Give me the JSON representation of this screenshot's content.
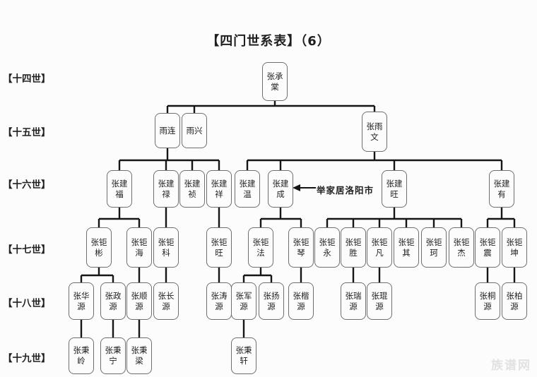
{
  "title": "【四门世系表】（6）",
  "generation_labels": [
    "【十四世】",
    "【十五世】",
    "【十六世】",
    "【十七世】",
    "【十八世】",
    "【十九世】"
  ],
  "annotation": {
    "text": "举家居洛阳市",
    "target": "张建成"
  },
  "watermark": "族谱网",
  "colors": {
    "line": "#151515",
    "box_border": "#6f6f6f",
    "text": "#1f1f1f",
    "background": "#fcfcfc",
    "watermark": "#e2e2e2"
  },
  "nodes": [
    {
      "label": "张承棠",
      "generation": "十四世",
      "parent": null
    },
    {
      "label": "雨连",
      "generation": "十五世",
      "parent": "张承棠"
    },
    {
      "label": "雨兴",
      "generation": "十五世",
      "parent": "张承棠"
    },
    {
      "label": "张雨文",
      "generation": "十五世",
      "parent": "张承棠"
    },
    {
      "label": "张建福",
      "generation": "十六世",
      "parent": "雨连"
    },
    {
      "label": "张建禄",
      "generation": "十六世",
      "parent": "雨连"
    },
    {
      "label": "张建祯",
      "generation": "十六世",
      "parent": "雨连"
    },
    {
      "label": "张建祥",
      "generation": "十六世",
      "parent": "雨连"
    },
    {
      "label": "张建温",
      "generation": "十六世",
      "parent": "张雨文"
    },
    {
      "label": "张建成",
      "generation": "十六世",
      "parent": "张雨文"
    },
    {
      "label": "张建旺",
      "generation": "十六世",
      "parent": "张雨文"
    },
    {
      "label": "张建有",
      "generation": "十六世",
      "parent": "张雨文"
    },
    {
      "label": "张钜彬",
      "generation": "十七世",
      "parent": "张建福"
    },
    {
      "label": "张钜海",
      "generation": "十七世",
      "parent": "张建福"
    },
    {
      "label": "张钜科",
      "generation": "十七世",
      "parent": "张建禄"
    },
    {
      "label": "张钜旺",
      "generation": "十七世",
      "parent": "张建祥"
    },
    {
      "label": "张钜法",
      "generation": "十七世",
      "parent": "张建成"
    },
    {
      "label": "张钜琴",
      "generation": "十七世",
      "parent": "张建成"
    },
    {
      "label": "张钜永",
      "generation": "十七世",
      "parent": "张建旺"
    },
    {
      "label": "张钜胜",
      "generation": "十七世",
      "parent": "张建旺"
    },
    {
      "label": "张钜凡",
      "generation": "十七世",
      "parent": "张建旺"
    },
    {
      "label": "张钜其",
      "generation": "十七世",
      "parent": "张建旺"
    },
    {
      "label": "张钜珂",
      "generation": "十七世",
      "parent": "张建旺"
    },
    {
      "label": "张钜杰",
      "generation": "十七世",
      "parent": "张建旺"
    },
    {
      "label": "张钜震",
      "generation": "十七世",
      "parent": "张建有"
    },
    {
      "label": "张钜坤",
      "generation": "十七世",
      "parent": "张建有"
    },
    {
      "label": "张华源",
      "generation": "十八世",
      "parent": "张钜彬"
    },
    {
      "label": "张政源",
      "generation": "十八世",
      "parent": "张钜彬"
    },
    {
      "label": "张顺源",
      "generation": "十八世",
      "parent": "张钜海"
    },
    {
      "label": "张长源",
      "generation": "十八世",
      "parent": "张钜科"
    },
    {
      "label": "张涛源",
      "generation": "十八世",
      "parent": "张钜旺"
    },
    {
      "label": "张军源",
      "generation": "十八世",
      "parent": "张钜法"
    },
    {
      "label": "张扬源",
      "generation": "十八世",
      "parent": "张钜法"
    },
    {
      "label": "张楷源",
      "generation": "十八世",
      "parent": "张钜琴"
    },
    {
      "label": "张瑞源",
      "generation": "十八世",
      "parent": "张钜胜"
    },
    {
      "label": "张琨源",
      "generation": "十八世",
      "parent": "张钜凡"
    },
    {
      "label": "张桐源",
      "generation": "十八世",
      "parent": "张钜震"
    },
    {
      "label": "张柏源",
      "generation": "十八世",
      "parent": "张钜坤"
    },
    {
      "label": "张秉岭",
      "generation": "十九世",
      "parent": "张华源"
    },
    {
      "label": "张秉宁",
      "generation": "十九世",
      "parent": "张政源"
    },
    {
      "label": "张秉梁",
      "generation": "十九世",
      "parent": "张顺源"
    },
    {
      "label": "张秉轩",
      "generation": "十九世",
      "parent": "张军源"
    }
  ]
}
